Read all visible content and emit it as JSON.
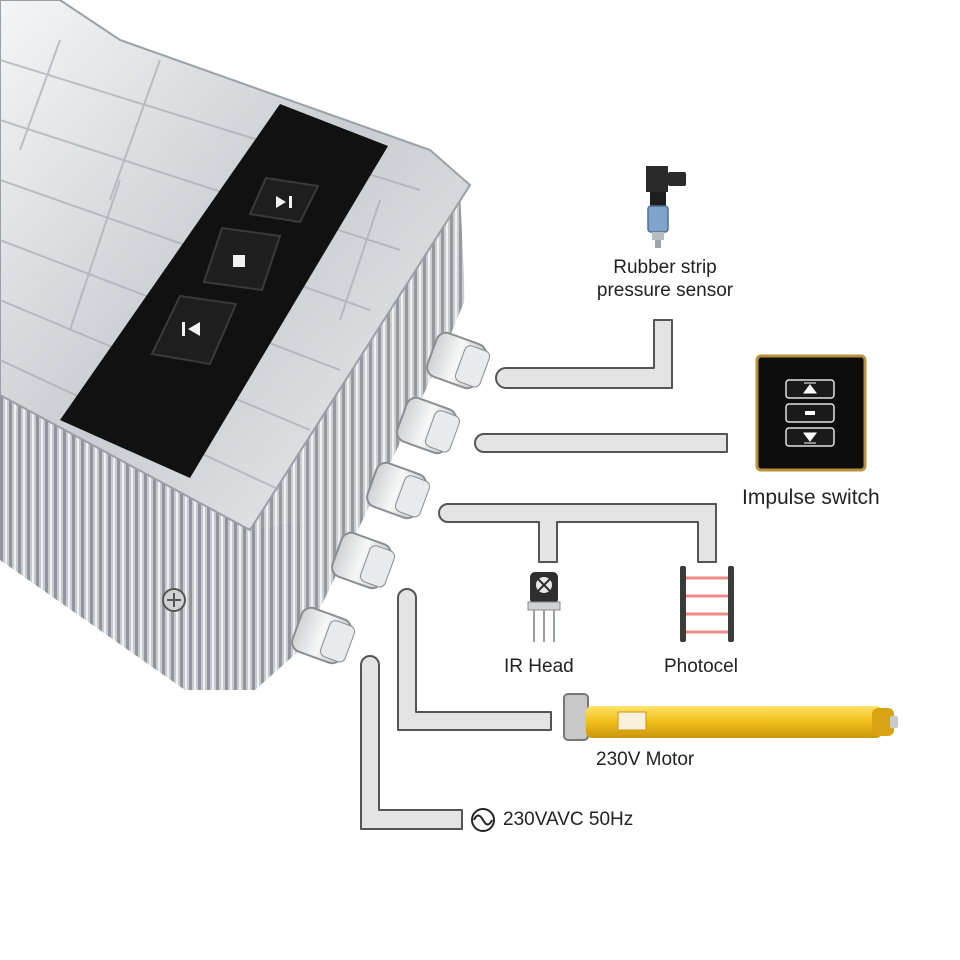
{
  "labels": {
    "pressure_sensor_line1": "Rubber strip",
    "pressure_sensor_line2": "pressure sensor",
    "impulse_switch": "Impulse switch",
    "ir_head": "IR Head",
    "photocell": "Photocel",
    "motor": "230V Motor",
    "power": "230VAVC 50Hz"
  },
  "colors": {
    "wire_fill": "#e4e4e4",
    "wire_stroke": "#555555",
    "enclosure_clear": "#d9dcdf",
    "panel_black": "#111111",
    "motor_yellow": "#f3c21f",
    "switch_gold": "#b8913a",
    "sensor_blue": "#6a8fb8"
  },
  "icons": {
    "control_buttons": [
      "play-pause-icon",
      "stop-icon",
      "reverse-icon"
    ],
    "switch_buttons": [
      "up-arrow-icon",
      "stop-icon",
      "down-arrow-icon"
    ],
    "power_symbol": "ac-sine-icon"
  }
}
